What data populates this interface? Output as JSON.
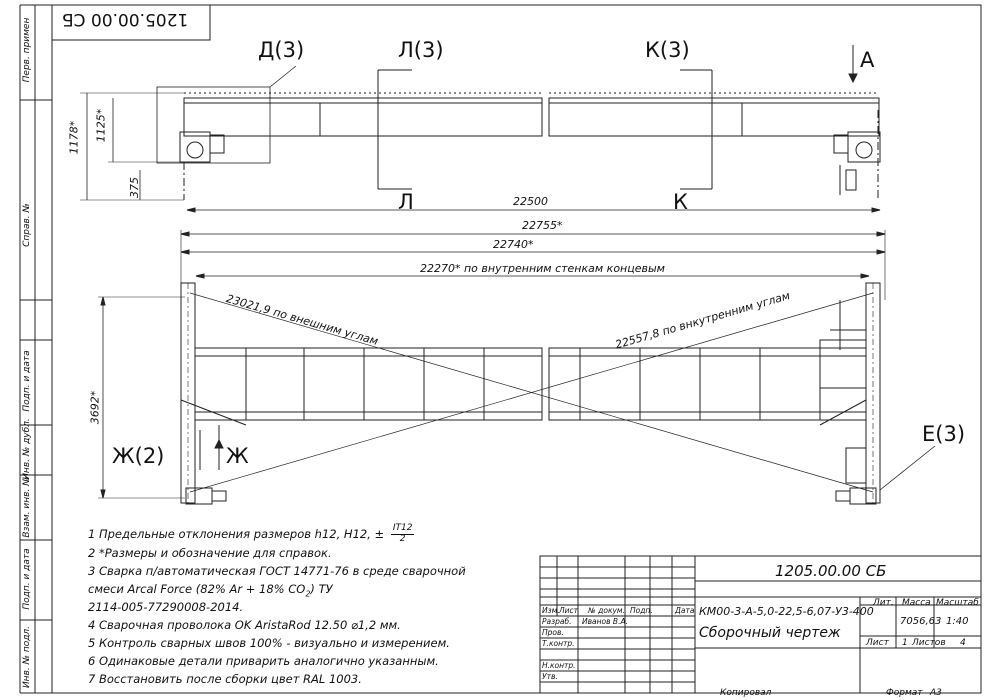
{
  "stamp_top": "1205.00.00 СБ",
  "side_labels": {
    "perv_primen": "Перв. примен",
    "sprav_no": "Справ. №",
    "podp_data_1": "Подп. и дата",
    "inv_dubl": "Инв. № дубл.",
    "vzam_inv": "Взам. инв. №",
    "podp_data_2": "Подп. и дата",
    "inv_podl": "Инв. № подл."
  },
  "views": {
    "d3": "Д(3)",
    "l3": "Л(3)",
    "k3": "К(3)",
    "a": "А",
    "l": "Л",
    "k": "К",
    "zh2": "Ж(2)",
    "zh": "Ж",
    "e3": "Е(3)"
  },
  "dimensions": {
    "d1178": "1178*",
    "d1125": "1125*",
    "d375": "375",
    "d22500": "22500",
    "d22755": "22755*",
    "d22740": "22740*",
    "d22270": "22270* по внутренним стенкам концевым",
    "diag1": "23021,9 по внешним углам",
    "diag2": "22557,8 по внкутренним углам",
    "d3692": "3692*"
  },
  "notes": [
    "1 Предельные отклонения размеров h12, H12, ±",
    "2 *Размеры и обозначение для справок.",
    "3 Сварка п/автоматическая ГОСТ 14771-76 в среде сварочной",
    "смеси   Arcal   Force   (82%   Ar   +   18%   CO",
    ")   ТУ",
    "2114-005-77290008-2014.",
    "4 Сварочная проволока OK AristaRod 12.50 ⌀1,2 мм.",
    "5 Контроль сварных швов 100% - визуально и измерением.",
    "6 Одинаковые детали приварить аналогично указанным.",
    "7 Восстановить после сборки цвет RAL 1003."
  ],
  "note_fraction": {
    "num": "IT12",
    "den": "2"
  },
  "note_sub": "2",
  "title_block": {
    "designation": "1205.00.00 СБ",
    "product": "КМ00-3-А-5,0-22,5-6,07-У3-400",
    "doc_name": "Сборочный чертеж",
    "headers": {
      "izm": "Изм.",
      "list": "Лист",
      "doc_no": "№ докум.",
      "sign": "Подп.",
      "date": "Дата"
    },
    "roles": [
      "Разраб.",
      "Пров.",
      "Т.контр.",
      "Н.контр.",
      "Утв."
    ],
    "developer": "Иванов В.А.",
    "lit_label": "Лит.",
    "mass_label": "Масса",
    "scale_label": "Масштаб",
    "mass": "7056,63",
    "scale": "1:40",
    "sheet_label": "Лист",
    "sheet": "1",
    "sheets_label": "Листов",
    "sheets": "4",
    "copied": "Копировал",
    "format_label": "Формат",
    "format": "А3"
  }
}
